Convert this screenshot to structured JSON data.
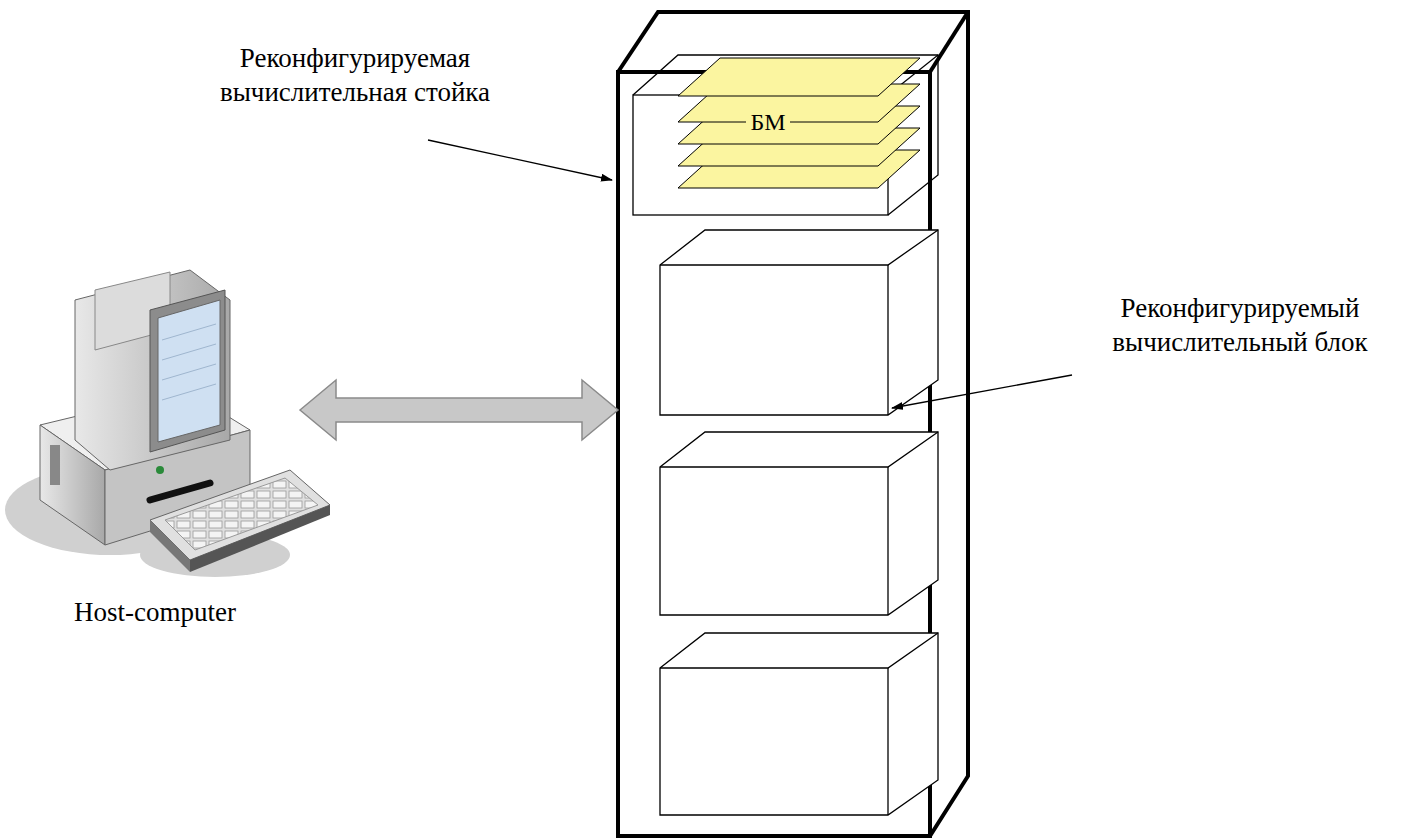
{
  "diagram": {
    "nodes": [
      {
        "text": [
          "Host-computer"
        ]
      },
      {
        "text": [
          "Реконфигурируемая вычислительная стойка"
        ]
      },
      {
        "text": [
          "БМ"
        ],
        "in": 1
      }
    ],
    "edges": [
      {
        "from": 0,
        "to": 1,
        "arrow": "both"
      }
    ],
    "labels": [
      "Реконфигурируемый вычислительный блок"
    ]
  }
}
